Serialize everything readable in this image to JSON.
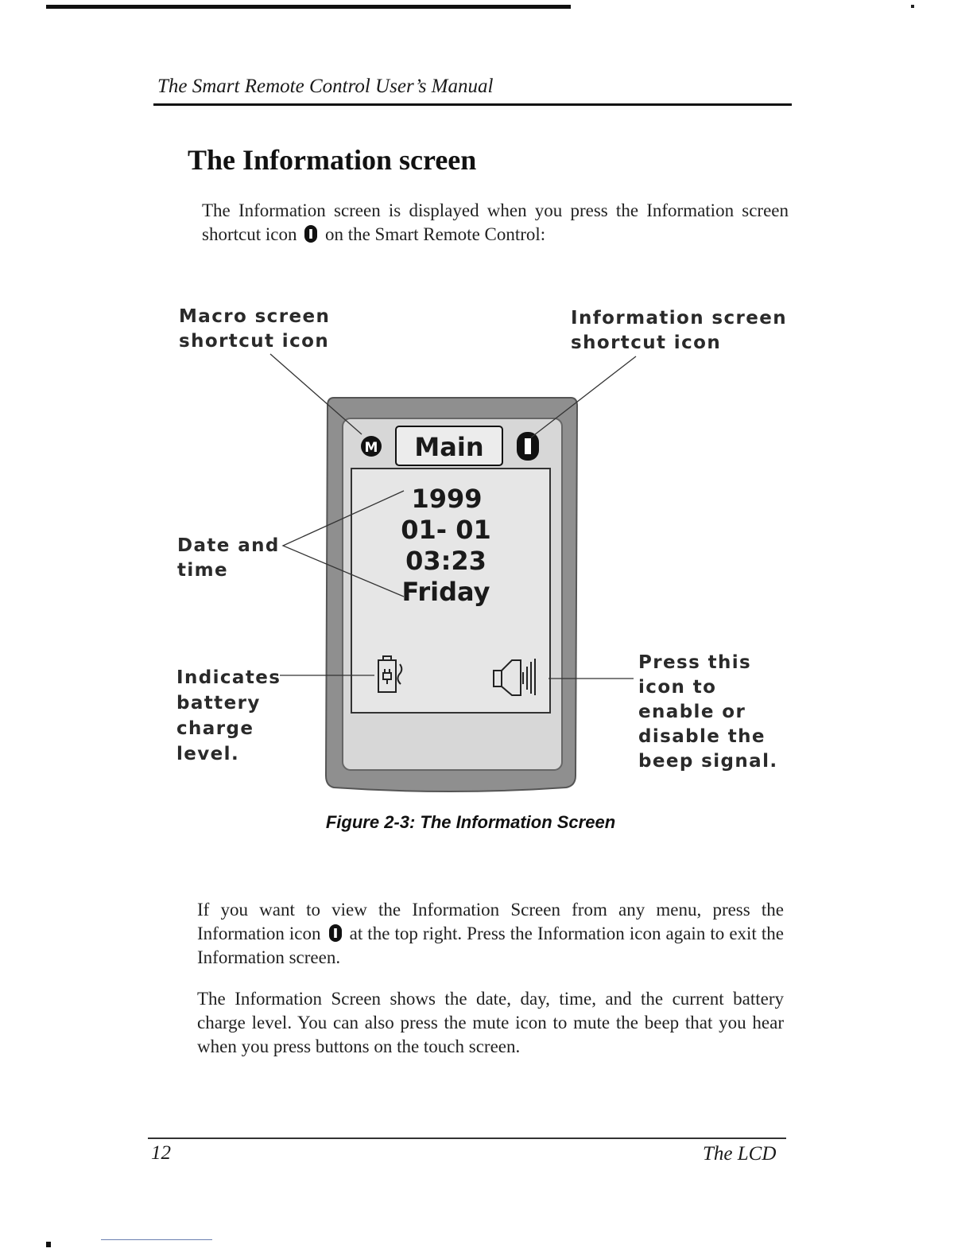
{
  "header": {
    "running_title": "The Smart Remote Control User’s Manual"
  },
  "section": {
    "title": "The Information screen"
  },
  "intro": {
    "before_icon": "The Information screen is displayed when you press the Information screen shortcut icon",
    "after_icon": "on the Smart Remote Control:"
  },
  "figure": {
    "callouts": {
      "macro": [
        "Macro screen",
        "shortcut icon"
      ],
      "info": [
        "Information screen",
        "shortcut icon"
      ],
      "date": [
        "Date and",
        "time"
      ],
      "battery": [
        "Indicates",
        "battery",
        "charge",
        "level."
      ],
      "beep": [
        "Press this",
        "icon to",
        "enable or",
        "disable the",
        "beep signal."
      ]
    },
    "screen": {
      "macro_icon": "M",
      "title": "Main",
      "info_icon": "i",
      "year": "1999",
      "date": "01- 01",
      "time": "03:23",
      "day": "Friday"
    },
    "caption": "Figure 2-3: The Information Screen"
  },
  "body": {
    "p2_before_icon": "If you want to view the Information Screen from any menu, press the Information icon",
    "p2_after_icon": "at the top right.  Press the Information icon again to exit the Information screen.",
    "p3": "The Information Screen shows the date, day, time, and the current battery charge level.  You can also press the mute icon to mute the beep that you hear when you press buttons on the touch screen."
  },
  "footer": {
    "page_number": "12",
    "chapter": "The LCD"
  },
  "icons": [
    "info-icon",
    "macro-icon",
    "battery-icon",
    "speaker-icon"
  ]
}
